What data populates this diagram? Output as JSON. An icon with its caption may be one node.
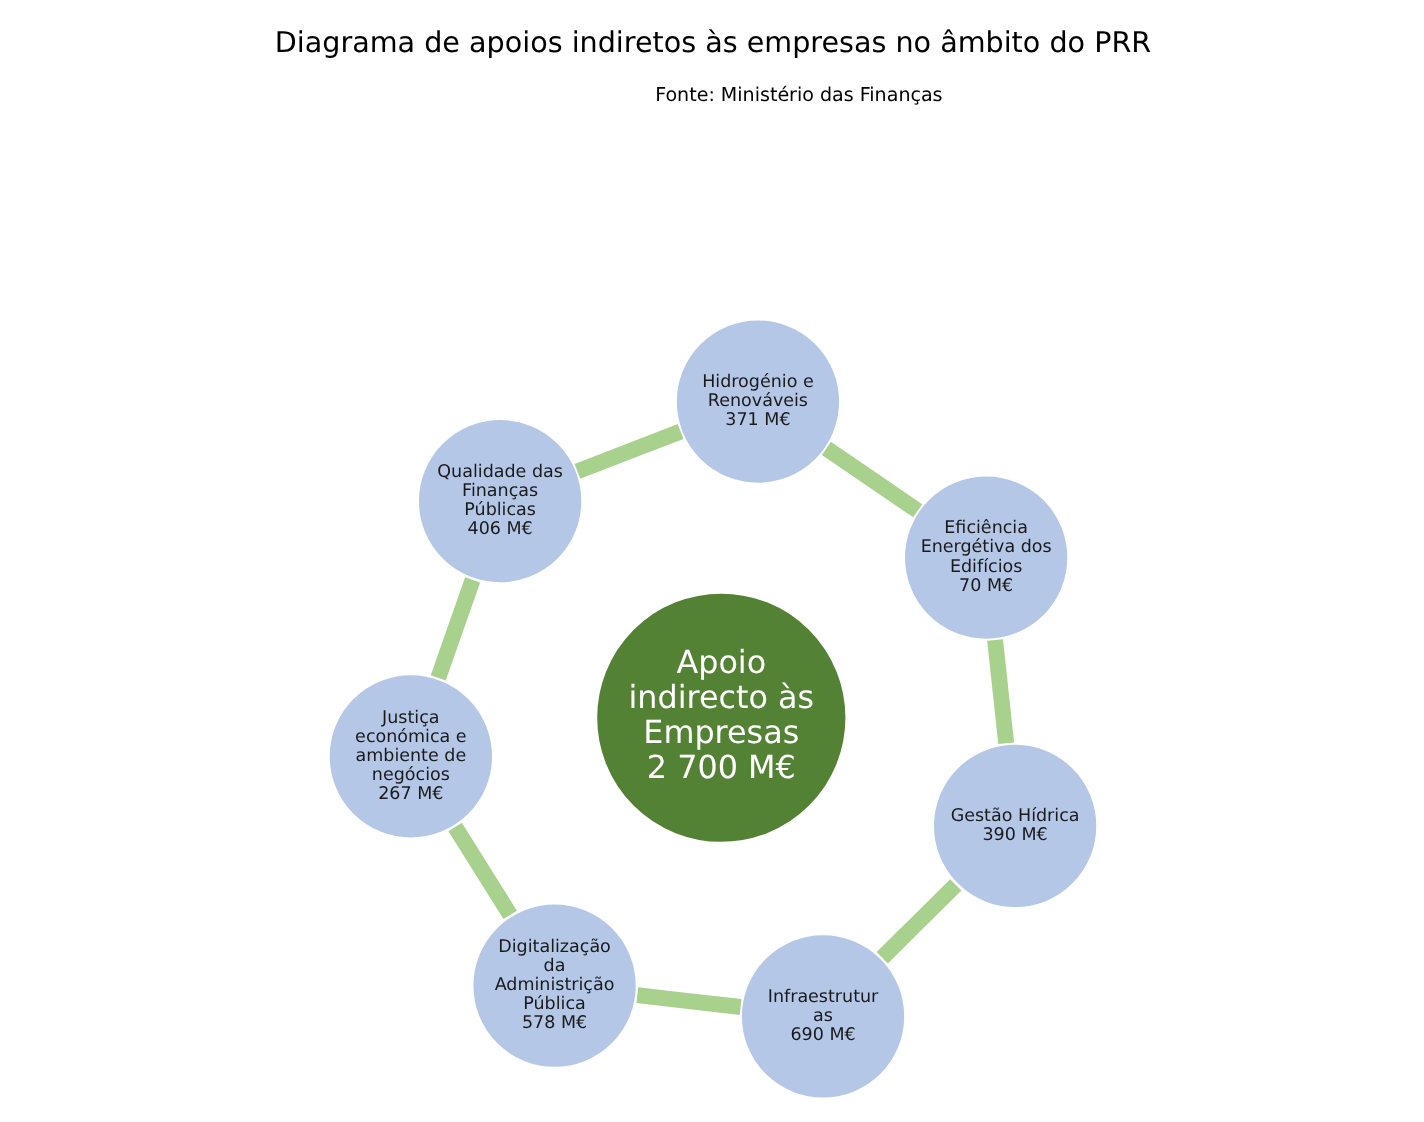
{
  "diagram": {
    "title": "Diagrama de apoios indiretos às empresas no âmbito do PRR",
    "nodes": [
      {
        "text": [
          "Apoio indirecto às Empresas",
          "2 700 M€"
        ]
      },
      {
        "text": [
          "Infraestrutur as",
          "690 M€"
        ]
      },
      {
        "text": [
          "Gestão Hídrica",
          "390 M€"
        ]
      },
      {
        "text": [
          "Eficiência Energétiva dos Edifícios",
          "70 M€"
        ]
      },
      {
        "text": [
          "Hidrogénio e Renováveis",
          "371 M€"
        ]
      },
      {
        "text": [
          "Qualidade das Finanças Públicas",
          "406 M€"
        ]
      },
      {
        "text": [
          "Justiça económica e ambiente de negócios",
          "267 M€"
        ]
      },
      {
        "text": [
          "Digitalização da Administrição Pública",
          "578 M€"
        ]
      }
    ],
    "edges": [
      {
        "from": 1,
        "to": 2,
        "arrow": "none"
      },
      {
        "from": 2,
        "to": 3,
        "arrow": "none"
      },
      {
        "from": 3,
        "to": 4,
        "arrow": "none"
      },
      {
        "from": 4,
        "to": 5,
        "arrow": "none"
      },
      {
        "from": 5,
        "to": 6,
        "arrow": "none"
      },
      {
        "from": 6,
        "to": 7,
        "arrow": "none"
      },
      {
        "from": 7,
        "to": 1,
        "arrow": "none"
      }
    ],
    "labels": [
      "Fonte: Ministério das Finanças"
    ]
  }
}
